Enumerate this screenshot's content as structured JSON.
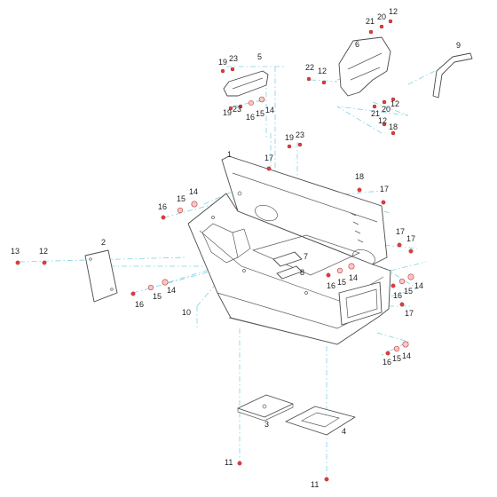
{
  "labels": {
    "p1": "1",
    "p2": "2",
    "p3": "3",
    "p4": "4",
    "p5": "5",
    "p6": "6",
    "p7": "7",
    "p8": "8",
    "p9": "9",
    "p10": "10",
    "p11": "11",
    "p12": "12",
    "p13": "13",
    "p14": "14",
    "p15": "15",
    "p16": "16",
    "p17": "17",
    "p18": "18",
    "p19": "19",
    "p20": "20",
    "p21": "21",
    "p22": "22",
    "p23": "23"
  },
  "colors": {
    "leader": "#7fd1e4",
    "fastener": "#e63b3b",
    "outline": "#4a4a4a"
  }
}
